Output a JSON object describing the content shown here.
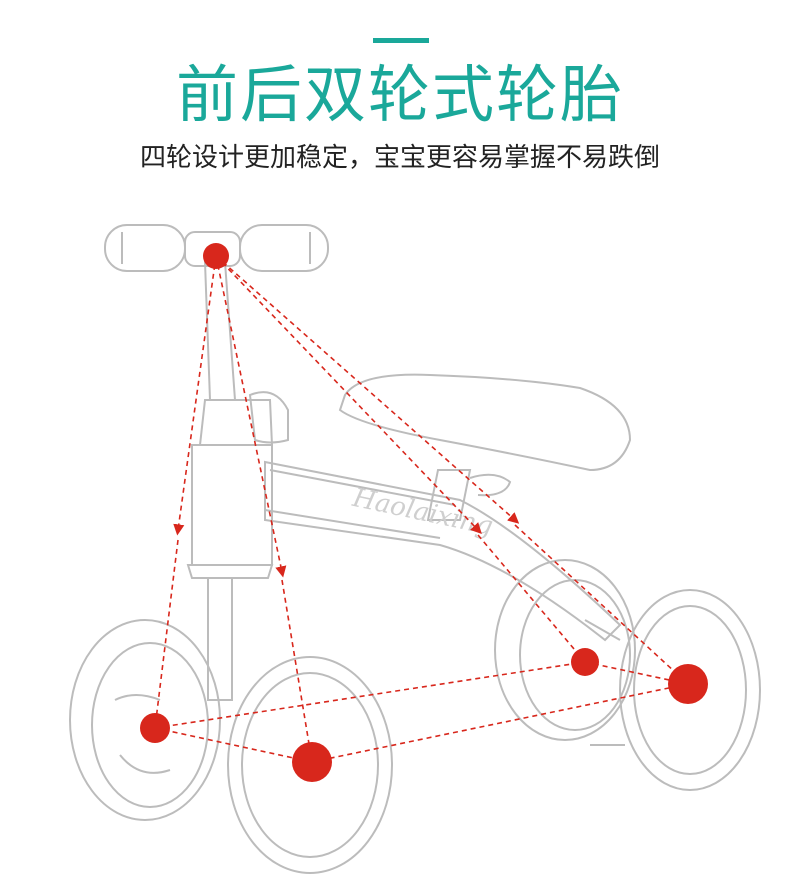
{
  "header": {
    "title": "前后双轮式轮胎",
    "subtitle": "四轮设计更加稳定，宝宝更容易掌握不易跌倒"
  },
  "illustration": {
    "brand_logo": "Haolaixing",
    "colors": {
      "accent": "#1aa89a",
      "marker": "#d8271c",
      "outline": "#bcbcbc"
    }
  }
}
